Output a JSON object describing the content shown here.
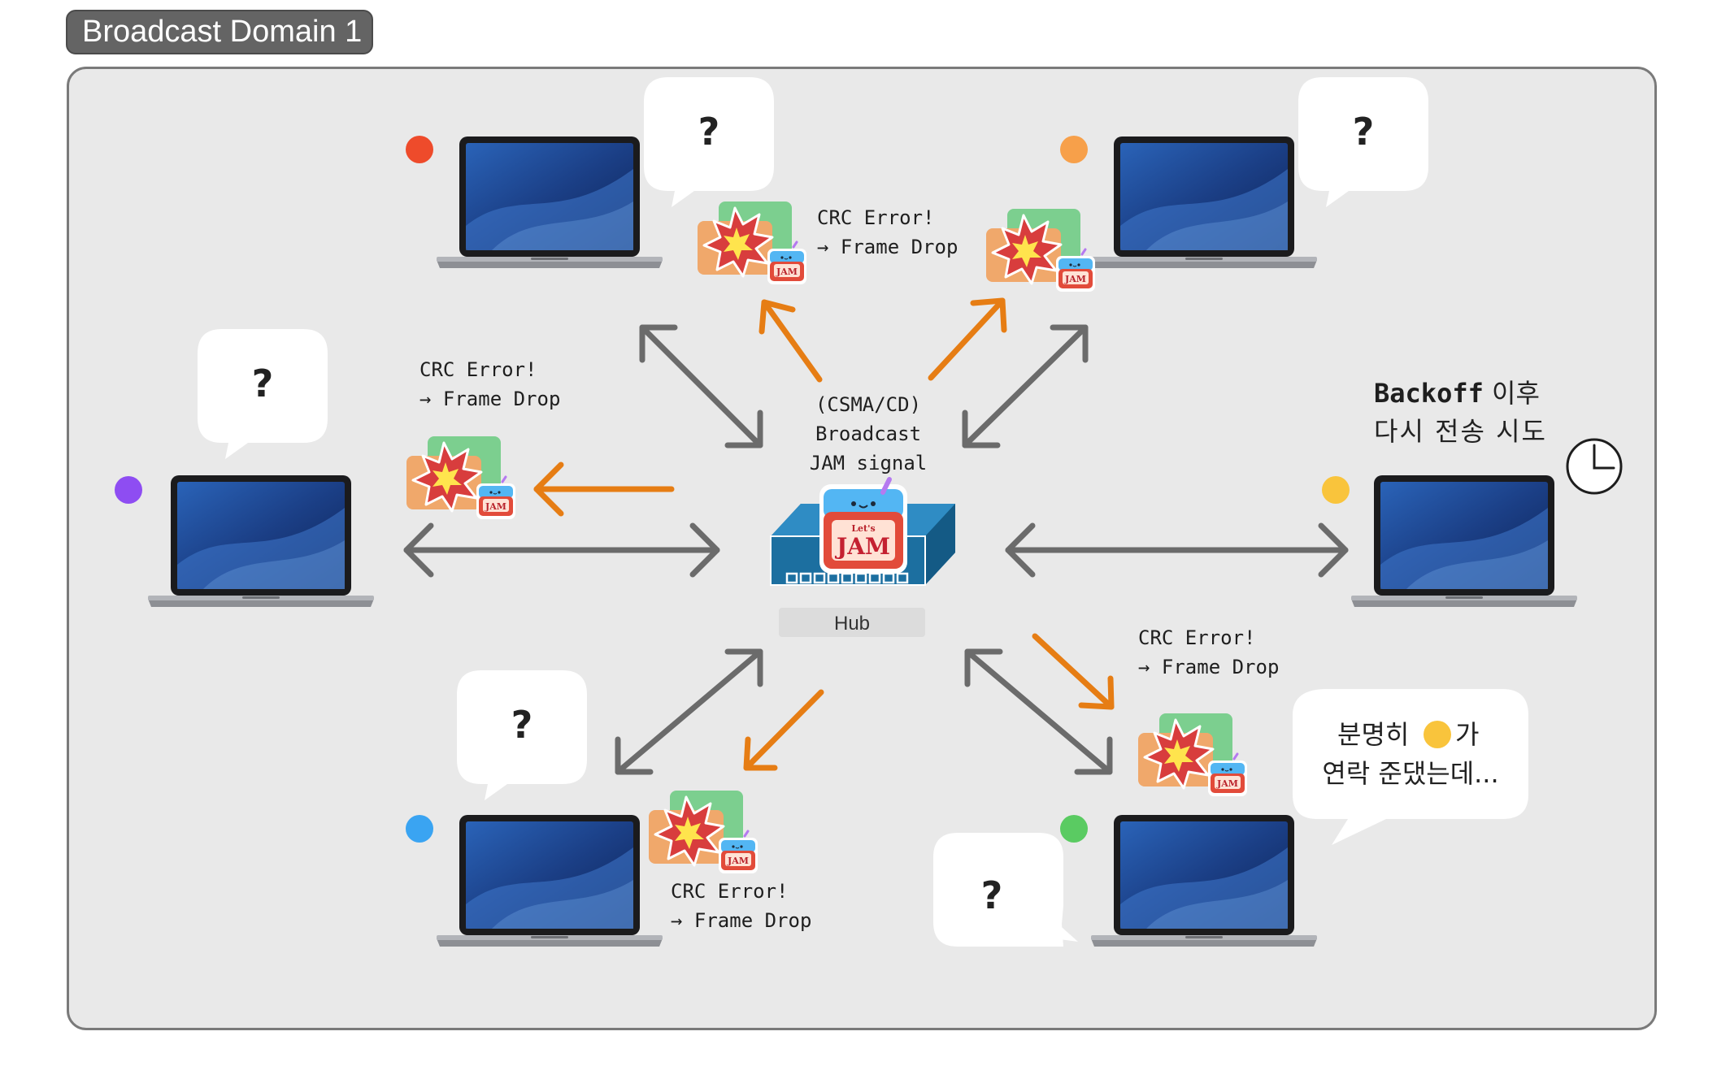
{
  "domain": {
    "label": "Broadcast Domain 1"
  },
  "hub": {
    "label": "Hub",
    "jam_sticker": {
      "small_text": "Let's",
      "big_text": "JAM"
    },
    "signal_lines": [
      "(CSMA/CD)",
      "Broadcast",
      "JAM signal"
    ]
  },
  "hosts": [
    {
      "id": "red",
      "color": "#ee4b2b",
      "bubble": "?"
    },
    {
      "id": "orange",
      "color": "#f7a04a",
      "bubble": "?"
    },
    {
      "id": "purple",
      "color": "#8e4df2",
      "bubble": "?"
    },
    {
      "id": "yellow",
      "color": "#f9c43c",
      "bubble": ""
    },
    {
      "id": "blue",
      "color": "#3aa4f2",
      "bubble": "?"
    },
    {
      "id": "green",
      "color": "#5acb62",
      "bubble": "?"
    }
  ],
  "frame_drop_note": {
    "line1": "CRC Error!",
    "line2": "→ Frame Drop"
  },
  "backoff_note": {
    "line1_strong": "Backoff",
    "line1_rest": " 이후",
    "line2": "다시 전송 시도"
  },
  "complaint_bubble": {
    "line1_before": "분명히 ",
    "line1_after": "가",
    "line2": "연락 준댔는데..."
  },
  "colors": {
    "bidirectional_arrow": "#6b6b6b",
    "jam_arrow": "#e67d14",
    "hub_body": "#1c6fa0"
  },
  "icons": [
    "laptop-icon",
    "collision-frame-icon",
    "jam-jar-icon",
    "clock-icon",
    "hub-icon"
  ]
}
